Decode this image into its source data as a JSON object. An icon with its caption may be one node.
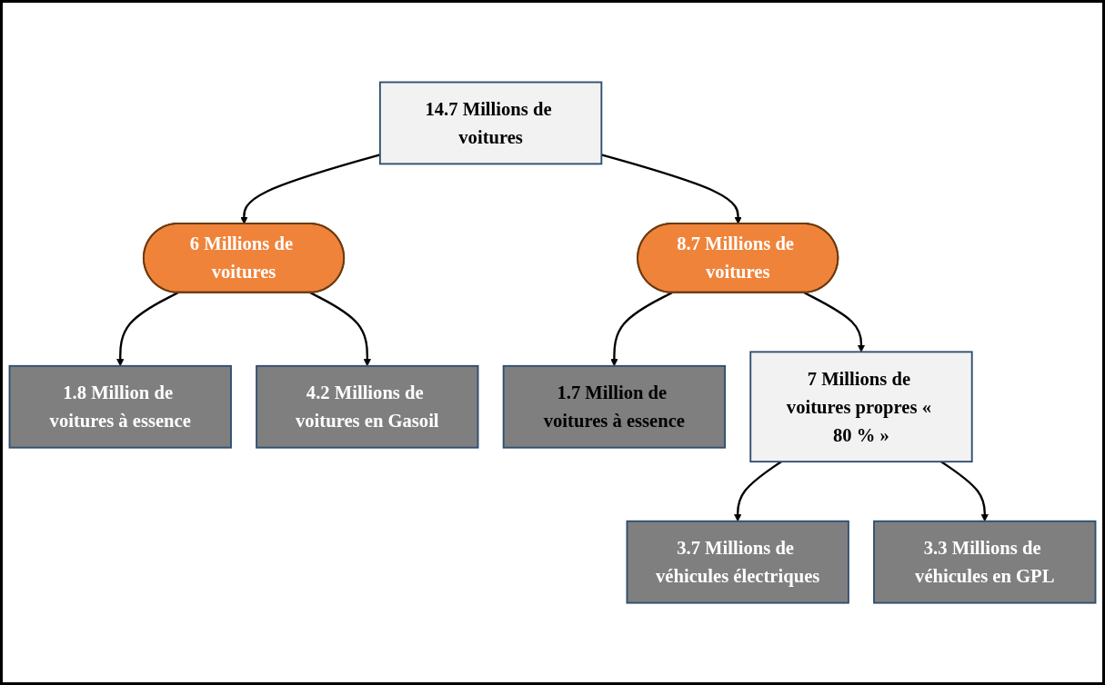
{
  "diagram": {
    "nodes": [
      {
        "text": [
          "14.7 Millions de voitures"
        ]
      },
      {
        "text": [
          "6 Millions de voitures"
        ]
      },
      {
        "text": [
          "8.7 Millions de voitures"
        ]
      },
      {
        "text": [
          "1.8 Million de voitures à essence"
        ]
      },
      {
        "text": [
          "4.2 Millions de voitures en Gasoil"
        ]
      },
      {
        "text": [
          "1.7 Million de voitures à essence"
        ]
      },
      {
        "text": [
          "7 Millions de voitures propres « 80 % »"
        ]
      },
      {
        "text": [
          "3.7 Millions de véhicules électriques"
        ]
      },
      {
        "text": [
          "3.3 Millions de véhicules en GPL"
        ]
      }
    ],
    "edges": [
      {
        "from": 0,
        "to": 1,
        "arrow": "to"
      },
      {
        "from": 0,
        "to": 2,
        "arrow": "to"
      },
      {
        "from": 1,
        "to": 3,
        "arrow": "to"
      },
      {
        "from": 1,
        "to": 4,
        "arrow": "to"
      },
      {
        "from": 2,
        "to": 5,
        "arrow": "to"
      },
      {
        "from": 2,
        "to": 6,
        "arrow": "to"
      },
      {
        "from": 6,
        "to": 7,
        "arrow": "to"
      },
      {
        "from": 6,
        "to": 8,
        "arrow": "to"
      }
    ]
  }
}
